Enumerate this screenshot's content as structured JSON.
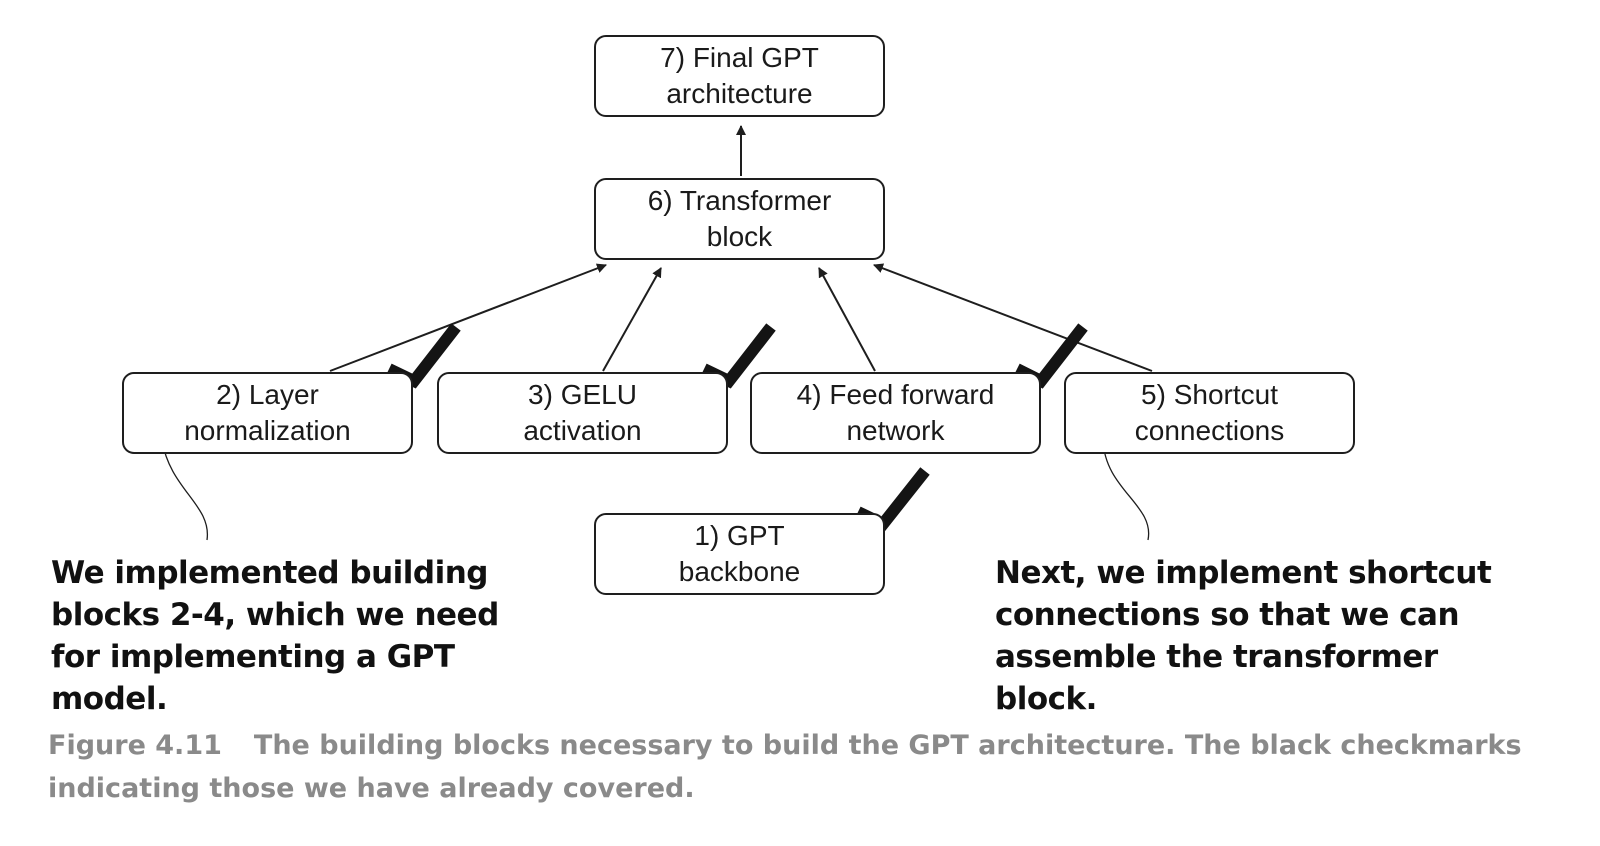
{
  "diagram": {
    "boxes": {
      "final_gpt": "7) Final GPT\narchitecture",
      "transformer": "6) Transformer\nblock",
      "layer_norm": "2) Layer\nnormalization",
      "gelu": "3) GELU\nactivation",
      "feed_forward": "4) Feed forward\nnetwork",
      "shortcut": "5) Shortcut\nconnections",
      "gpt_backbone": "1) GPT\nbackbone"
    },
    "completed": [
      "layer_norm",
      "gelu",
      "feed_forward",
      "gpt_backbone"
    ]
  },
  "notes": {
    "left": "We implemented building blocks 2-4, which we need for implementing a GPT model.",
    "right": "Next, we implement shortcut connections so that we can assemble the transformer block."
  },
  "caption": {
    "figure_number": "Figure 4.11",
    "text": "The building blocks necessary to build the GPT architecture. The black checkmarks indicating those we have already covered."
  },
  "colors": {
    "line": "#1e1e1e",
    "checkmark": "#141414",
    "caption": "#8a8a8a"
  }
}
